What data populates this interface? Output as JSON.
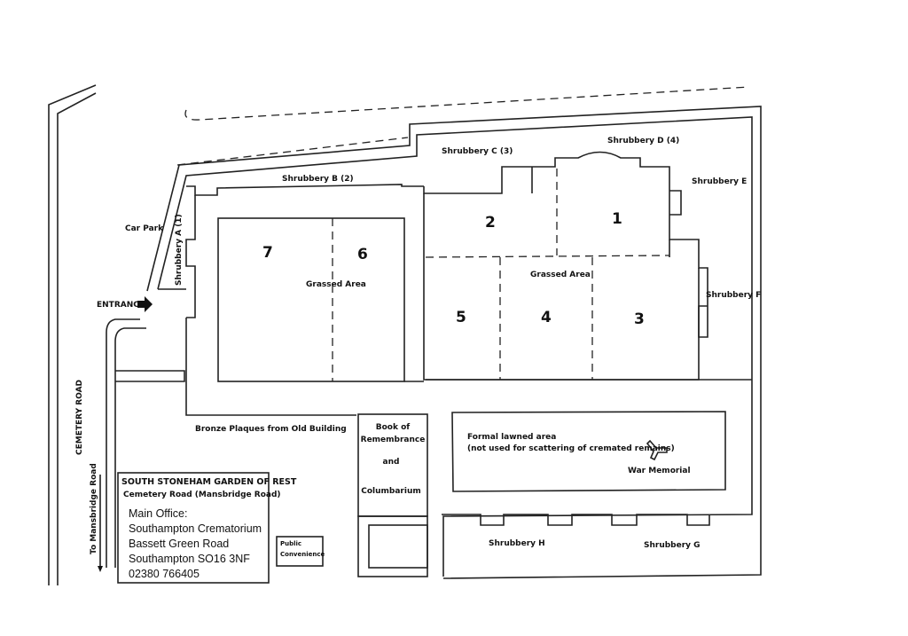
{
  "title": "SOUTH STONEHAM GARDEN OF REST",
  "subtitle": "Cemetery Road (Mansbridge Road)",
  "office": [
    "Main Office:",
    "Southampton Crematorium",
    "Bassett Green Road",
    "Southampton SO16 3NF",
    "02380 766405"
  ],
  "roads": {
    "cemetery_road": "CEMETERY ROAD",
    "to_mansbridge": "To Mansbridge Road"
  },
  "labels": {
    "car_park": "Car Park",
    "entrance": "ENTRANCE",
    "shrubbery_a": "Shrubbery A (1)",
    "shrubbery_b": "Shrubbery B (2)",
    "shrubbery_c": "Shrubbery C (3)",
    "shrubbery_d": "Shrubbery D (4)",
    "shrubbery_e": "Shrubbery E",
    "shrubbery_f": "Shrubbery F",
    "shrubbery_g": "Shrubbery G",
    "shrubbery_h": "Shrubbery H",
    "grassed_area_left": "Grassed Area",
    "grassed_area_right": "Grassed Area",
    "bronze_plaques": "Bronze Plaques from Old Building",
    "book_1": "Book of",
    "book_2": "Remembrance",
    "book_3": "and",
    "book_4": "Columbarium",
    "formal_1": "Formal lawned area",
    "formal_2": "(not used for scattering of cremated remains)",
    "war_memorial": "War Memorial",
    "public_1": "Public",
    "public_2": "Convenience"
  },
  "plots": [
    "1",
    "2",
    "3",
    "4",
    "5",
    "6",
    "7"
  ]
}
